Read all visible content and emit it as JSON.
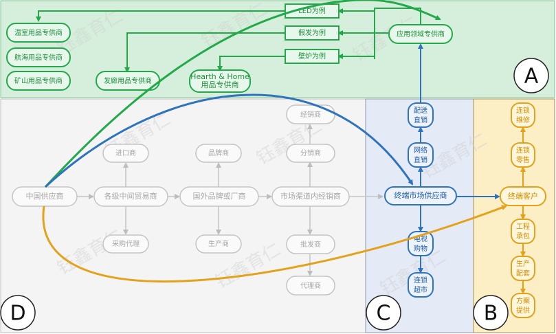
{
  "zones": {
    "A": "A",
    "B": "B",
    "C": "C",
    "D": "D"
  },
  "colors": {
    "green": "#23a94a",
    "blue": "#2f73bd",
    "orange": "#e3a21a",
    "gray": "#bdbdbd"
  },
  "zone_a": {
    "examples": [
      "LED为例",
      "假发为例",
      "壁炉为例"
    ],
    "app_supplier": "应用领域专供商",
    "left_suppliers": [
      "温室用品专供商",
      "航海用品专供商",
      "矿山用品专供商"
    ],
    "hair_supplier": "发廊用品专供商",
    "hearth_supplier_line1": "Hearth & Home",
    "hearth_supplier_line2": "用品专供商"
  },
  "zone_d": {
    "chain": [
      "中国供应商",
      "各级中间贸易商",
      "国外品牌或厂商",
      "市场渠道内经销商"
    ],
    "importer": "进口商",
    "purchasing_agent": "采购代理",
    "brand": "品牌商",
    "producer": "生产商",
    "distributor_top": "经销商",
    "sub_distributor": "分销商",
    "wholesaler": "批发商",
    "agent": "代理商"
  },
  "zone_c": {
    "terminal_supplier": "终端市场供应商",
    "direct_delivery": [
      "配送",
      "直销"
    ],
    "online_direct": [
      "网络",
      "直销"
    ],
    "tv_shopping": [
      "电视",
      "购物"
    ],
    "chain_supermarket": [
      "连锁",
      "超市"
    ]
  },
  "zone_b": {
    "terminal_customer": "终端客户",
    "chain_repair": [
      "连锁",
      "维修"
    ],
    "chain_retail": [
      "连锁",
      "零售"
    ],
    "contract": [
      "工程",
      "承包"
    ],
    "production": [
      "生产",
      "配套"
    ],
    "solution": [
      "方案",
      "提供"
    ]
  },
  "watermark": "钰鑫育仁"
}
